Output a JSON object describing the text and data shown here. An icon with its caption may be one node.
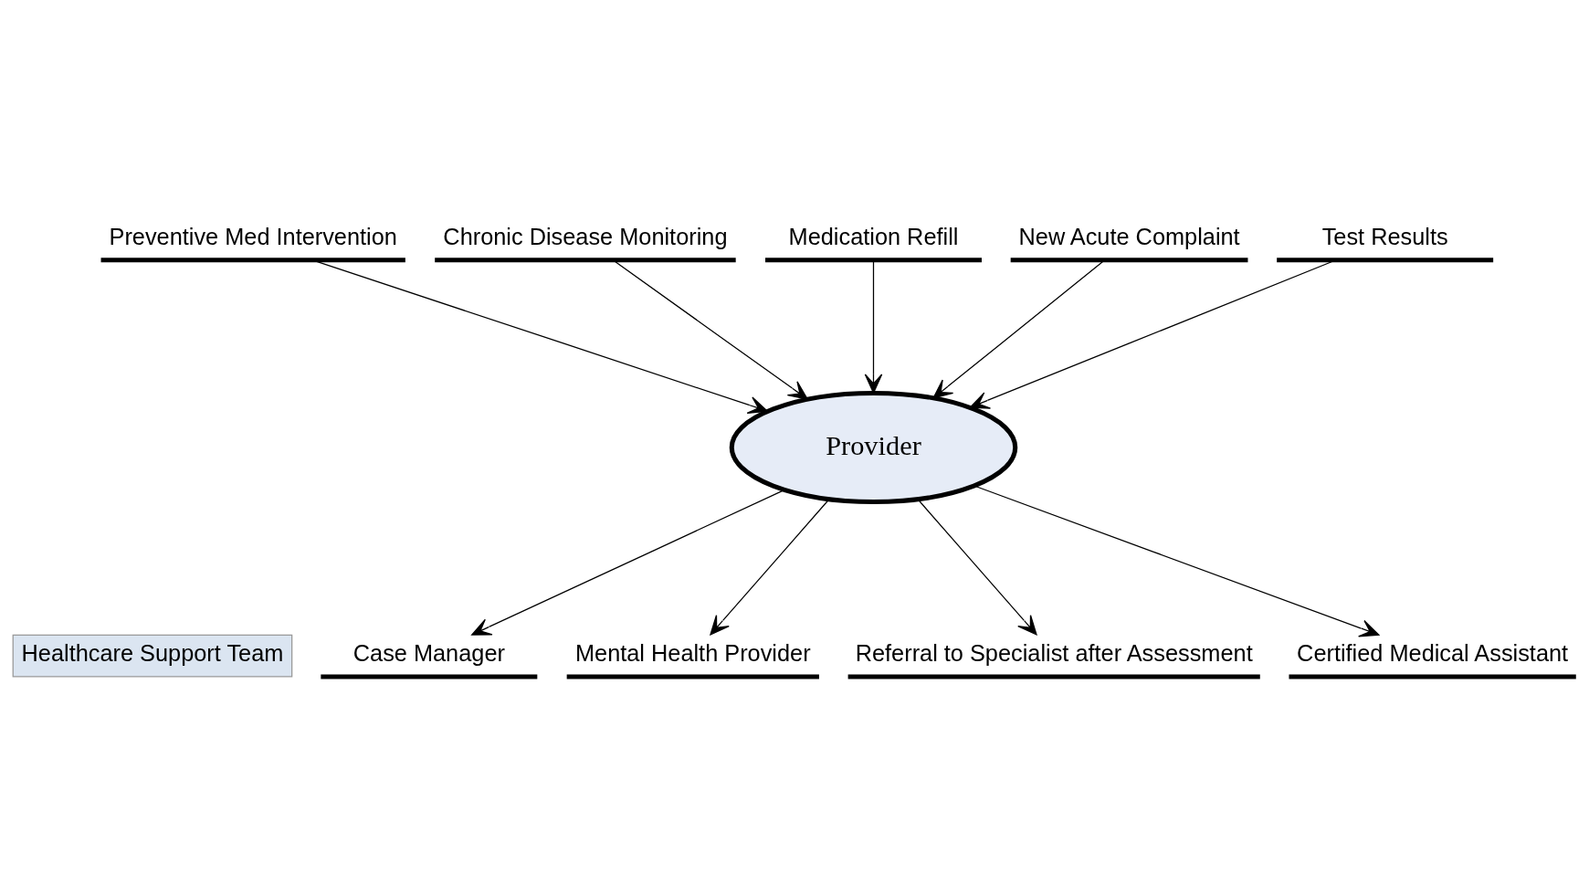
{
  "diagram": {
    "nodes": [
      {
        "text": [
          "Preventive Med Intervention"
        ]
      },
      {
        "text": [
          "Chronic Disease Monitoring"
        ]
      },
      {
        "text": [
          "Medication Refill"
        ]
      },
      {
        "text": [
          "New Acute Complaint"
        ]
      },
      {
        "text": [
          "Test Results"
        ]
      },
      {
        "text": [
          "Provider"
        ]
      },
      {
        "text": [
          "Healthcare Support Team"
        ]
      },
      {
        "text": [
          "Case Manager"
        ]
      },
      {
        "text": [
          "Mental Health Provider"
        ]
      },
      {
        "text": [
          "Referral to Specialist after Assessment"
        ]
      },
      {
        "text": [
          "Certified Medical Assistant"
        ]
      }
    ],
    "edges": [
      {
        "from": 0,
        "to": 5,
        "arrow": "to"
      },
      {
        "from": 1,
        "to": 5,
        "arrow": "to"
      },
      {
        "from": 2,
        "to": 5,
        "arrow": "to"
      },
      {
        "from": 3,
        "to": 5,
        "arrow": "to"
      },
      {
        "from": 4,
        "to": 5,
        "arrow": "to"
      },
      {
        "from": 5,
        "to": 7,
        "arrow": "to"
      },
      {
        "from": 5,
        "to": 8,
        "arrow": "to"
      },
      {
        "from": 5,
        "to": 9,
        "arrow": "to"
      },
      {
        "from": 5,
        "to": 10,
        "arrow": "to"
      }
    ]
  }
}
